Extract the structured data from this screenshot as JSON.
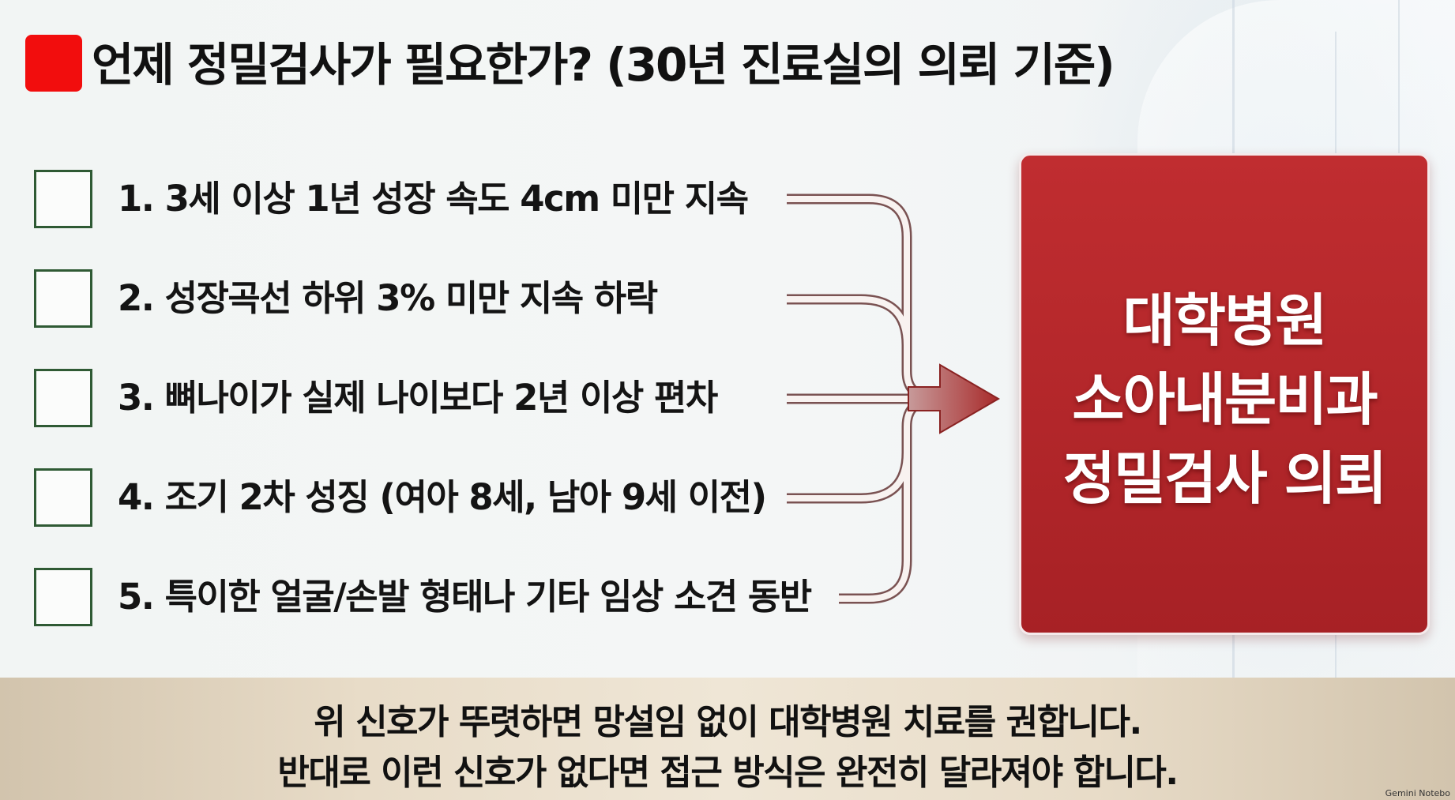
{
  "header": {
    "title": "언제 정밀검사가 필요한가? (30년 진료실의 의뢰 기준)",
    "accent_color": "#f20d0d"
  },
  "checklist": {
    "items": [
      {
        "label": "1. 3세 이상 1년 성장 속도 4cm 미만 지속",
        "checked": false
      },
      {
        "label": "2. 성장곡선 하위 3% 미만 지속 하락",
        "checked": false
      },
      {
        "label": "3. 뼈나이가 실제 나이보다 2년 이상 편차",
        "checked": false
      },
      {
        "label": "4. 조기 2차 성징 (여아 8세, 남아 9세 이전)",
        "checked": false
      },
      {
        "label": "5. 특이한 얼굴/손발 형태나 기타 임상 소견 동반",
        "checked": false
      }
    ],
    "checkbox_border_color": "#2f5a34"
  },
  "result": {
    "lines": [
      "대학병원",
      "소아내분비과",
      "정밀검사 의뢰"
    ],
    "box_color": "#b22629"
  },
  "banner": {
    "lines": [
      "위 신호가 뚜렷하면 망설임 없이 대학병원 치료를 권합니다.",
      "반대로 이런 신호가 없다면 접근 방식은 완전히 달라져야 합니다."
    ]
  },
  "watermark": {
    "text": "Gemini Notebo"
  }
}
